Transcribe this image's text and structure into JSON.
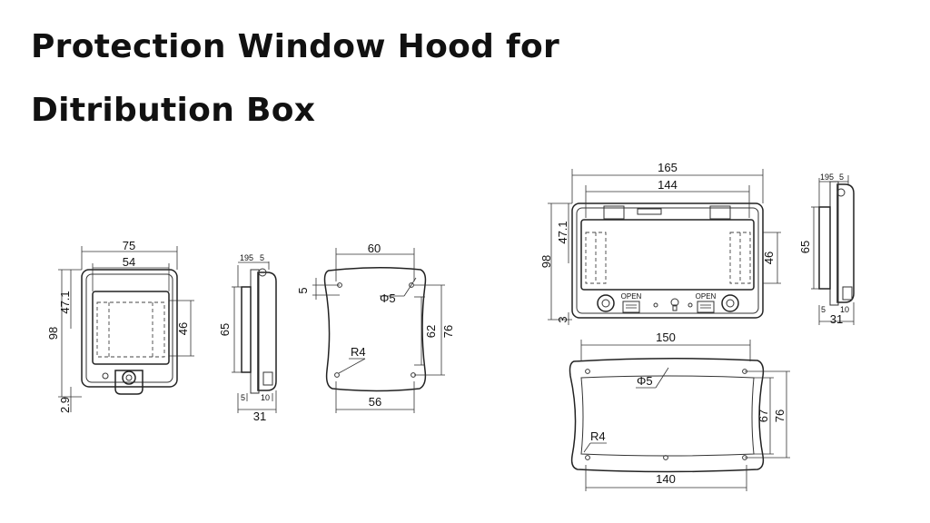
{
  "title": {
    "line1": "Protection Window Hood for",
    "line2": "Ditribution Box"
  },
  "small_view": {
    "front": {
      "width_outer": "75",
      "width_inner": "54",
      "height": "98",
      "upper": "47.1",
      "window": "46",
      "bottom": "2.9"
    },
    "side": {
      "top_a": "195",
      "top_b": "5",
      "height": "65",
      "bottom_a": "5",
      "bottom_b": "10",
      "depth": "31"
    },
    "cutout": {
      "width_top": "60",
      "offset": "5",
      "hole": "Φ5",
      "radius": "R4",
      "height_inner": "62",
      "height_outer": "76",
      "width_bottom": "56"
    }
  },
  "large_view": {
    "front": {
      "width_outer": "165",
      "width_inner": "144",
      "height": "98",
      "upper": "47.1",
      "window": "46",
      "bottom": "3",
      "open_left": "OPEN",
      "open_right": "OPEN"
    },
    "side": {
      "top_a": "195",
      "top_b": "5",
      "height": "65",
      "bottom_a": "5",
      "bottom_b": "10",
      "depth": "31"
    },
    "cutout": {
      "width_top": "150",
      "hole": "Φ5",
      "radius": "R4",
      "height_inner": "67",
      "height_outer": "76",
      "width_bottom": "140"
    }
  }
}
